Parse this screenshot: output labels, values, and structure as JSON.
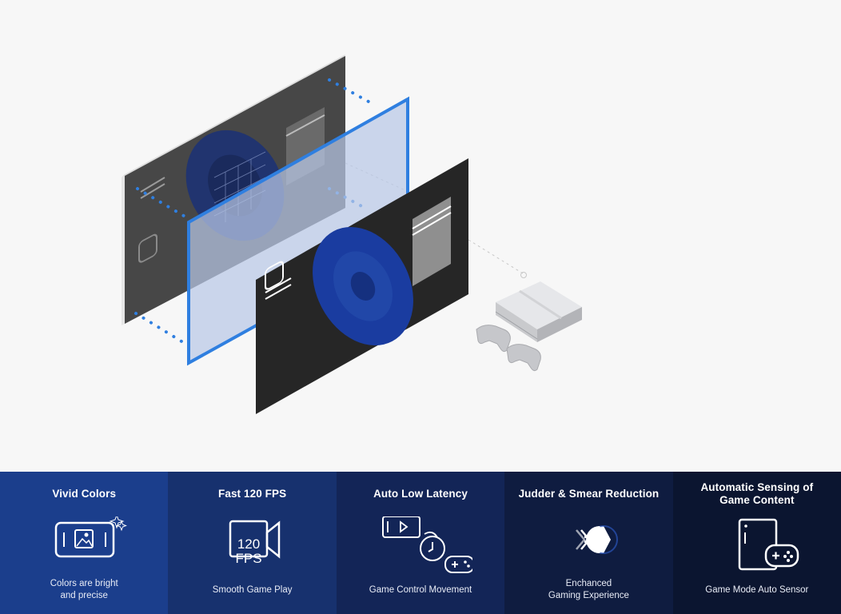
{
  "colors": {
    "background": "#f7f7f7",
    "accent_blue": "#2f7fe0",
    "panel_gradient": [
      "#1b3e8c",
      "#17316e",
      "#132557",
      "#0f1c40",
      "#0b1530"
    ]
  },
  "illustration": {
    "layers": [
      {
        "name": "back-screen",
        "color": "#454545"
      },
      {
        "name": "blue-filter-layer",
        "color": "#2f7fe0"
      },
      {
        "name": "front-screen",
        "color": "#262626"
      }
    ],
    "device": {
      "console_icon": "game-console-icon",
      "controller_icon": "gamepad-icon"
    }
  },
  "features": [
    {
      "id": "vivid-colors",
      "title": "Vivid Colors",
      "icon": "image-sparkle-icon",
      "description": "Colors are bright\nand precise",
      "background": "#1b3e8c"
    },
    {
      "id": "fast-120-fps",
      "title": "Fast 120 FPS",
      "icon": "fps-camera-icon",
      "icon_text_line1": "120",
      "icon_text_line2": "FPS",
      "description": "Smooth Game Play",
      "background": "#17316e"
    },
    {
      "id": "auto-low-latency",
      "title": "Auto Low Latency",
      "icon": "latency-timer-icon",
      "description": "Game Control Movement",
      "background": "#132557"
    },
    {
      "id": "judder-smear",
      "title": "Judder & Smear Reduction",
      "icon": "pacman-motion-icon",
      "description": "Enchanced\nGaming Experience",
      "background": "#0f1c40"
    },
    {
      "id": "auto-sensing",
      "title": "Automatic Sensing of\nGame Content",
      "icon": "phone-gamepad-icon",
      "description": "Game Mode Auto Sensor",
      "background": "#0b1530"
    }
  ]
}
